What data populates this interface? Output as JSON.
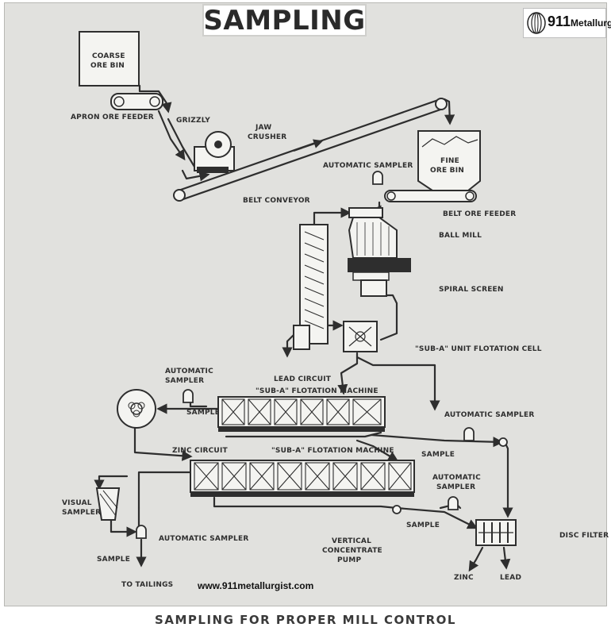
{
  "header": {
    "title": "SAMPLING",
    "logo_number": "911",
    "logo_word": "Metallurgist"
  },
  "labels": {
    "coarse_ore_bin_1": "COARSE",
    "coarse_ore_bin_2": "ORE BIN",
    "apron_ore_feeder": "APRON ORE FEEDER",
    "grizzly": "GRIZZLY",
    "jaw_crusher_1": "JAW",
    "jaw_crusher_2": "CRUSHER",
    "fine_ore_bin_1": "FINE",
    "fine_ore_bin_2": "ORE BIN",
    "automatic_sampler_top": "AUTOMATIC SAMPLER",
    "belt_conveyor": "BELT CONVEYOR",
    "belt_ore_feeder": "BELT ORE FEEDER",
    "ball_mill": "BALL MILL",
    "spiral_screen": "SPIRAL SCREEN",
    "unit_flotation_cell": "\"SUB-A\" UNIT FLOTATION CELL",
    "automatic_sampler_left_1": "AUTOMATIC",
    "automatic_sampler_left_2": "SAMPLER",
    "lead_circuit": "LEAD CIRCUIT",
    "lead_flotation_machine": "\"SUB-A\" FLOTATION   MACHINE",
    "sample_lead": "SAMPLE",
    "automatic_sampler_right": "AUTOMATIC SAMPLER",
    "zinc_circuit": "ZINC CIRCUIT",
    "zinc_flotation_machine": "\"SUB-A\" FLOTATION MACHINE",
    "sample_right": "SAMPLE",
    "automatic_sampler_lower_1": "AUTOMATIC",
    "automatic_sampler_lower_2": "SAMPLER",
    "visual_sampler_1": "VISUAL",
    "visual_sampler_2": "SAMPLER",
    "automatic_sampler_bottom": "AUTOMATIC SAMPLER",
    "sample_lower": "SAMPLE",
    "disc_filter": "DISC FILTER",
    "sample_bottom_left": "SAMPLE",
    "vertical_concentrate_pump_1": "VERTICAL",
    "vertical_concentrate_pump_2": "CONCENTRATE",
    "vertical_concentrate_pump_3": "PUMP",
    "zinc": "ZINC",
    "lead": "LEAD",
    "to_tailings": "TO TAILINGS"
  },
  "footer": {
    "url": "www.911metallurgist.com",
    "caption": "SAMPLING FOR PROPER MILL CONTROL"
  },
  "colors": {
    "background": "#e1e1de",
    "line": "#2e2e2e",
    "equipment_fill": "#f4f4f1"
  }
}
